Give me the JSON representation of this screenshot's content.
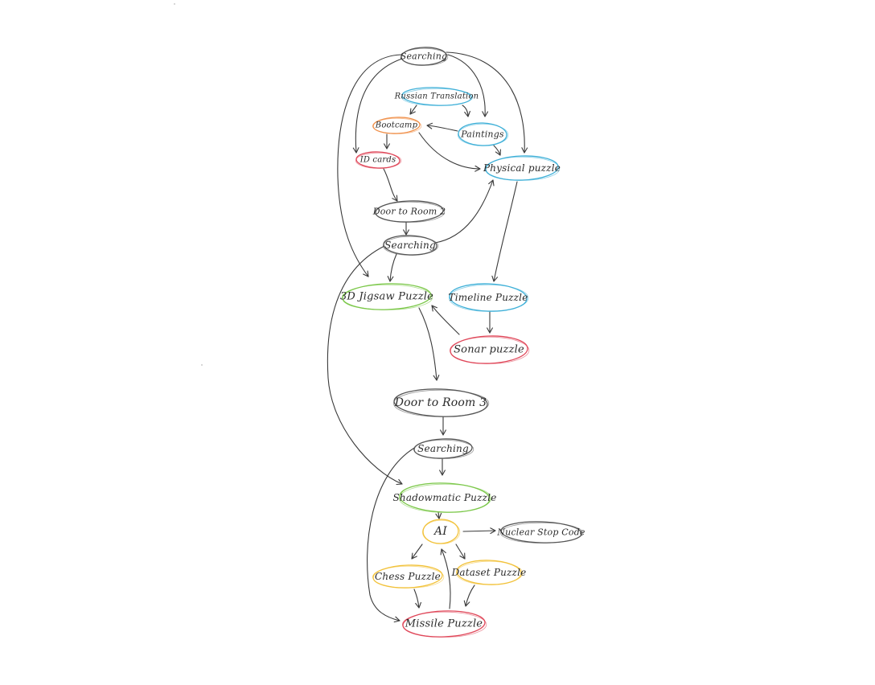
{
  "nodes": [
    {
      "id": "searching1",
      "label": "Searching",
      "color": "#555555"
    },
    {
      "id": "russian",
      "label": "Russian Translation",
      "color": "#3fb0d8"
    },
    {
      "id": "bootcamp",
      "label": "Bootcamp",
      "color": "#f0904a"
    },
    {
      "id": "paintings",
      "label": "Paintings",
      "color": "#3fb0d8"
    },
    {
      "id": "physical",
      "label": "Physical puzzle",
      "color": "#3fb0d8"
    },
    {
      "id": "idcards",
      "label": "ID cards",
      "color": "#e0485a"
    },
    {
      "id": "door2",
      "label": "Door to Room 2",
      "color": "#555555"
    },
    {
      "id": "searching2",
      "label": "Searching",
      "color": "#555555"
    },
    {
      "id": "jigsaw",
      "label": "3D Jigsaw Puzzle",
      "color": "#7cc84a"
    },
    {
      "id": "timeline",
      "label": "Timeline Puzzle",
      "color": "#3fb0d8"
    },
    {
      "id": "sonar",
      "label": "Sonar puzzle",
      "color": "#e0485a"
    },
    {
      "id": "door3",
      "label": "Door to Room 3",
      "color": "#555555"
    },
    {
      "id": "searching3",
      "label": "Searching",
      "color": "#555555"
    },
    {
      "id": "shadowmatic",
      "label": "Shadowmatic Puzzle",
      "color": "#7cc84a"
    },
    {
      "id": "ai",
      "label": "AI",
      "color": "#f2c23a"
    },
    {
      "id": "nuclear",
      "label": "Nuclear Stop Code",
      "color": "#555555"
    },
    {
      "id": "chess",
      "label": "Chess Puzzle",
      "color": "#f2c23a"
    },
    {
      "id": "dataset",
      "label": "Dataset Puzzle",
      "color": "#f2c23a"
    },
    {
      "id": "missile",
      "label": "Missile Puzzle",
      "color": "#e0485a"
    }
  ],
  "edges": [
    {
      "from": "searching1",
      "to": "idcards"
    },
    {
      "from": "searching1",
      "to": "jigsaw"
    },
    {
      "from": "searching1",
      "to": "paintings"
    },
    {
      "from": "searching1",
      "to": "physical"
    },
    {
      "from": "russian",
      "to": "bootcamp"
    },
    {
      "from": "russian",
      "to": "paintings"
    },
    {
      "from": "paintings",
      "to": "bootcamp"
    },
    {
      "from": "paintings",
      "to": "physical"
    },
    {
      "from": "bootcamp",
      "to": "idcards"
    },
    {
      "from": "bootcamp",
      "to": "physical"
    },
    {
      "from": "idcards",
      "to": "door2"
    },
    {
      "from": "door2",
      "to": "searching2"
    },
    {
      "from": "searching2",
      "to": "physical"
    },
    {
      "from": "searching2",
      "to": "jigsaw"
    },
    {
      "from": "searching2",
      "to": "shadowmatic"
    },
    {
      "from": "physical",
      "to": "timeline"
    },
    {
      "from": "timeline",
      "to": "sonar"
    },
    {
      "from": "sonar",
      "to": "jigsaw"
    },
    {
      "from": "jigsaw",
      "to": "door3"
    },
    {
      "from": "door3",
      "to": "searching3"
    },
    {
      "from": "searching3",
      "to": "shadowmatic"
    },
    {
      "from": "searching3",
      "to": "missile"
    },
    {
      "from": "shadowmatic",
      "to": "ai"
    },
    {
      "from": "ai",
      "to": "nuclear"
    },
    {
      "from": "ai",
      "to": "chess"
    },
    {
      "from": "ai",
      "to": "dataset"
    },
    {
      "from": "chess",
      "to": "missile"
    },
    {
      "from": "dataset",
      "to": "missile"
    },
    {
      "from": "missile",
      "to": "ai"
    }
  ]
}
